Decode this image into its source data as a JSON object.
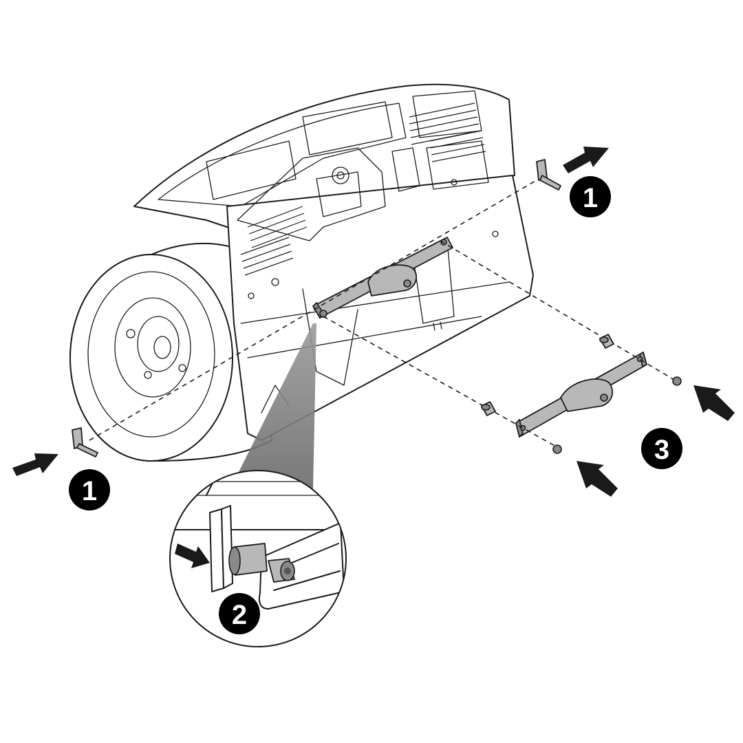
{
  "callouts": {
    "step_1_right": "1",
    "step_1_left": "1",
    "step_2": "2",
    "step_3": "3"
  },
  "colors": {
    "line": "#1a1a1a",
    "part_fill": "#b8b8b8",
    "badge": "#000000",
    "magnifier_beam": "#777777"
  }
}
